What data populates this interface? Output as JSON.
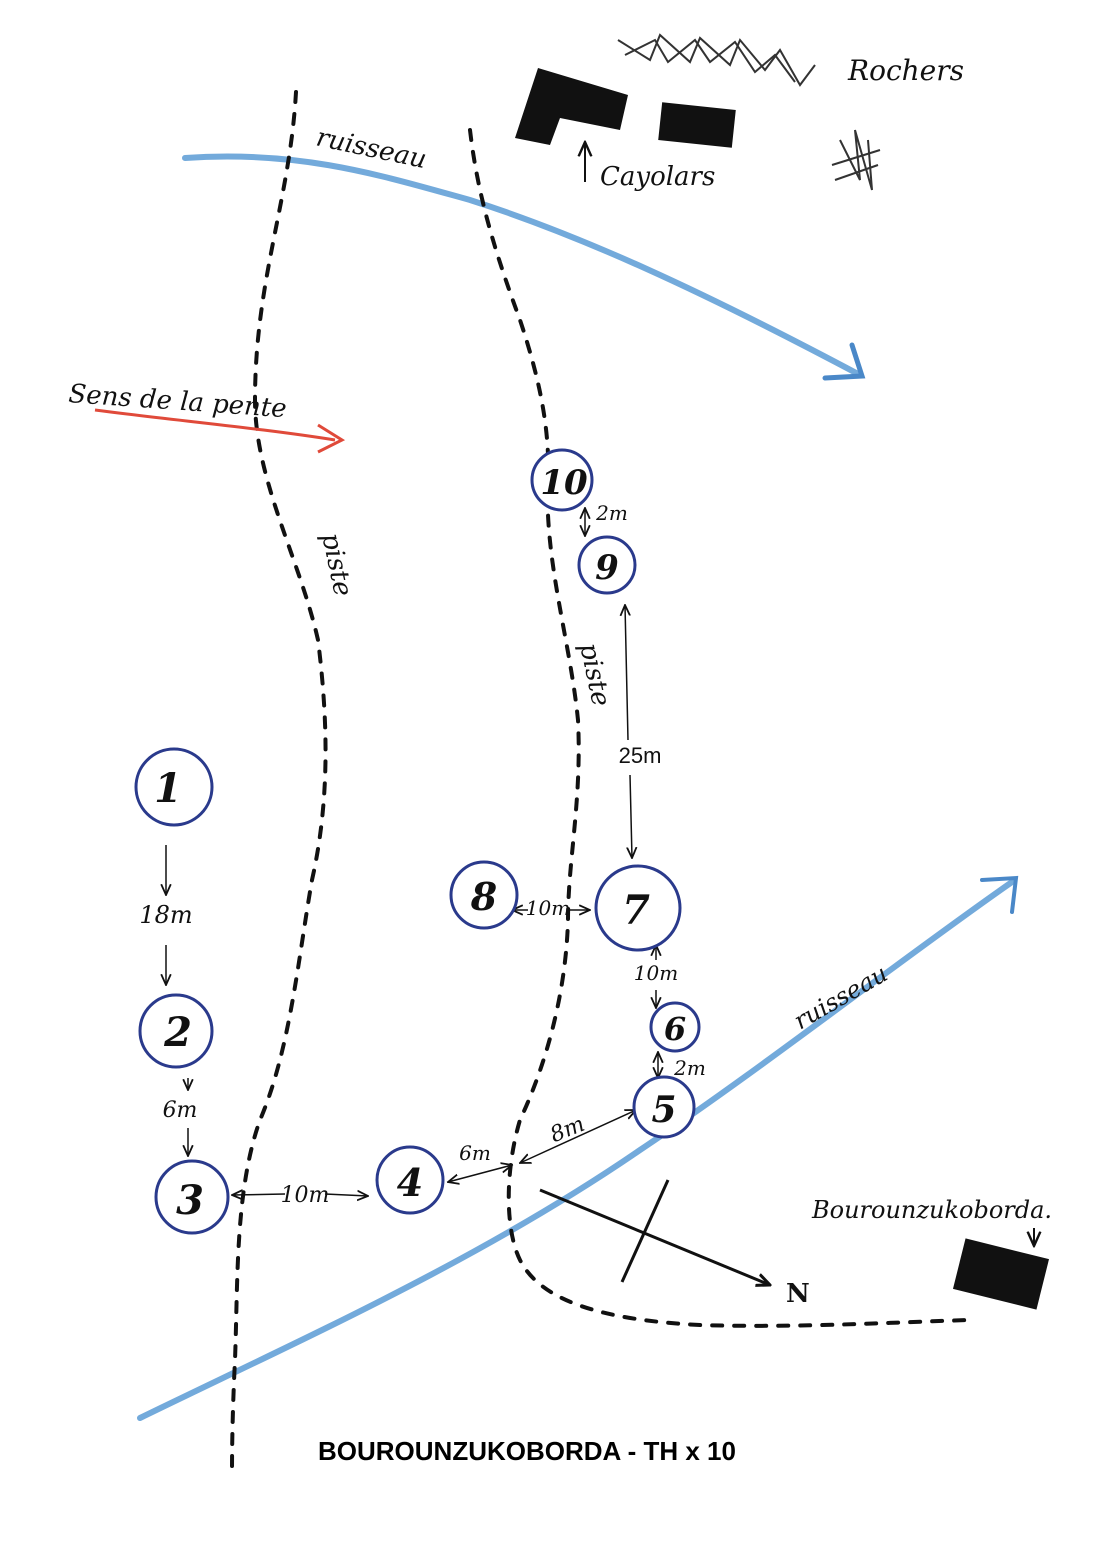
{
  "labels": {
    "rocks": "Rochers",
    "huts": "Cayolars",
    "stream_top": "ruisseau",
    "stream_bottom": "ruisseau",
    "slope": "Sens de la pente",
    "track_left": "piste",
    "track_right": "piste",
    "farm": "Bourounzukoborda.",
    "north": "N"
  },
  "tumuli": [
    "1",
    "2",
    "3",
    "4",
    "5",
    "6",
    "7",
    "8",
    "9",
    "10"
  ],
  "distances": {
    "d1_2": "18m",
    "d2_3": "6m",
    "d3_4": "10m",
    "d4_track": "6m",
    "d4_5": "8m",
    "d5_6": "2m",
    "d6_7": "10m",
    "d8_7": "10m",
    "d7_9": "25m",
    "d9_10": "2m"
  },
  "caption": "BOUROUNZUKOBORDA - TH x 10",
  "colors": {
    "stream": "#5b9bd5",
    "slope_arrow": "#e04a3a",
    "tumulus_outline": "#2a3a8c",
    "ink": "#111111"
  }
}
